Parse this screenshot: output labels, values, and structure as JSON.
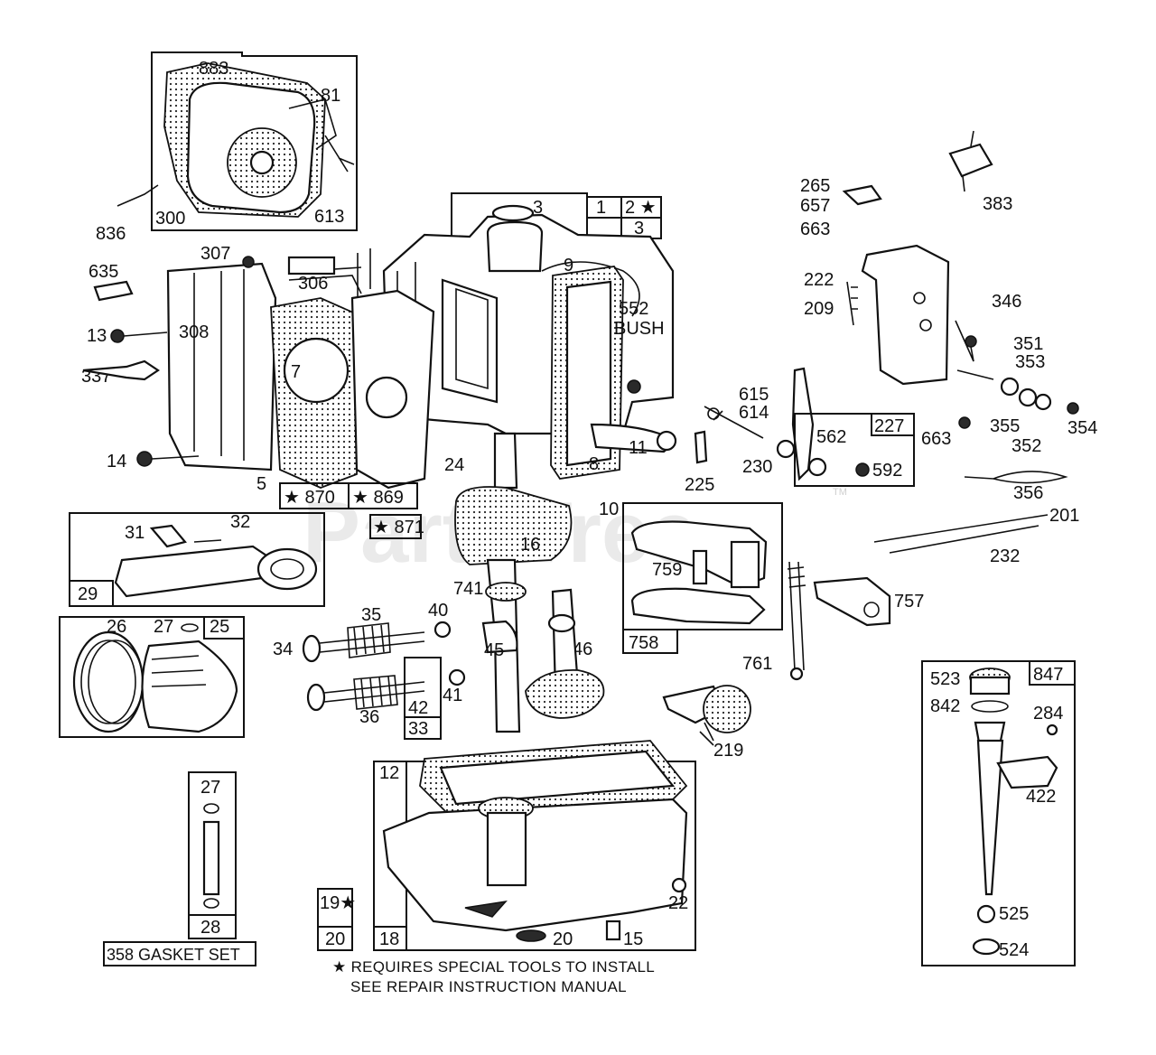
{
  "watermark": {
    "text": "PartsTree",
    "tm": "TM"
  },
  "note": {
    "line1": "★ REQUIRES SPECIAL TOOLS TO INSTALL",
    "line2": "SEE REPAIR INSTRUCTION MANUAL"
  },
  "labels": {
    "p883": "883",
    "p81": "81",
    "p613": "613",
    "p300": "300",
    "p836": "836",
    "p3": "3",
    "p1": "1",
    "p2": "2 ★",
    "p3b": "3",
    "p307": "307",
    "p306": "306",
    "p635": "635",
    "p308": "308",
    "p13": "13",
    "p337": "337",
    "p7": "7",
    "p14": "14",
    "p5": "5",
    "p870": "★ 870",
    "p869": "★ 869",
    "p871": "★ 871",
    "p552": "552",
    "bush": "BUSH",
    "p9": "9",
    "p11": "11",
    "p8": "8",
    "p24": "24",
    "p10": "10",
    "p265": "265",
    "p657": "657",
    "p663": "663",
    "p222": "222",
    "p209": "209",
    "p383": "383",
    "p346": "346",
    "p351": "351",
    "p353": "353",
    "p355": "355",
    "p352": "352",
    "p354": "354",
    "p663b": "663",
    "p615": "615",
    "p614": "614",
    "p225": "225",
    "p230": "230",
    "p227": "227",
    "p562": "562",
    "p592": "592",
    "p356": "356",
    "p201": "201",
    "p232": "232",
    "p31": "31",
    "p32": "32",
    "p29": "29",
    "p16": "16",
    "p741": "741",
    "p759": "759",
    "p758": "758",
    "p757": "757",
    "p26": "26",
    "p27": "27",
    "p25": "25",
    "p35": "35",
    "p40": "40",
    "p34": "34",
    "p45": "45",
    "p46": "46",
    "p36": "36",
    "p41": "41",
    "p42": "42",
    "p33": "33",
    "p761": "761",
    "p219": "219",
    "p523": "523",
    "p847": "847",
    "p842": "842",
    "p284": "284",
    "p422": "422",
    "p525": "525",
    "p524": "524",
    "p27b": "27",
    "p28": "28",
    "gasket": "358 GASKET SET",
    "p12": "12",
    "p19": "19★",
    "p20": "20",
    "p18": "18",
    "p20b": "20",
    "p22": "22",
    "p15": "15"
  }
}
